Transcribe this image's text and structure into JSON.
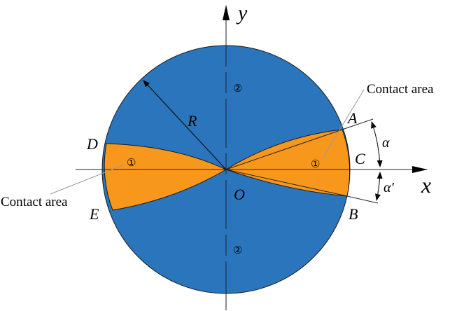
{
  "colors": {
    "body": "#2a75bb",
    "contact": "#f7981d",
    "outline": "#1a1a1a"
  },
  "axes": {
    "x": "x",
    "y": "y",
    "origin": "O"
  },
  "points": {
    "A": "A",
    "B": "B",
    "C": "C",
    "D": "D",
    "E": "E"
  },
  "radius_label": "R",
  "angles": {
    "alpha": "α",
    "alpha_prime": "α′"
  },
  "regions": {
    "contact_symbol": "①",
    "body_symbol": "②"
  },
  "annotations": {
    "contact_right": "Contact area",
    "contact_left": "Contact area"
  }
}
